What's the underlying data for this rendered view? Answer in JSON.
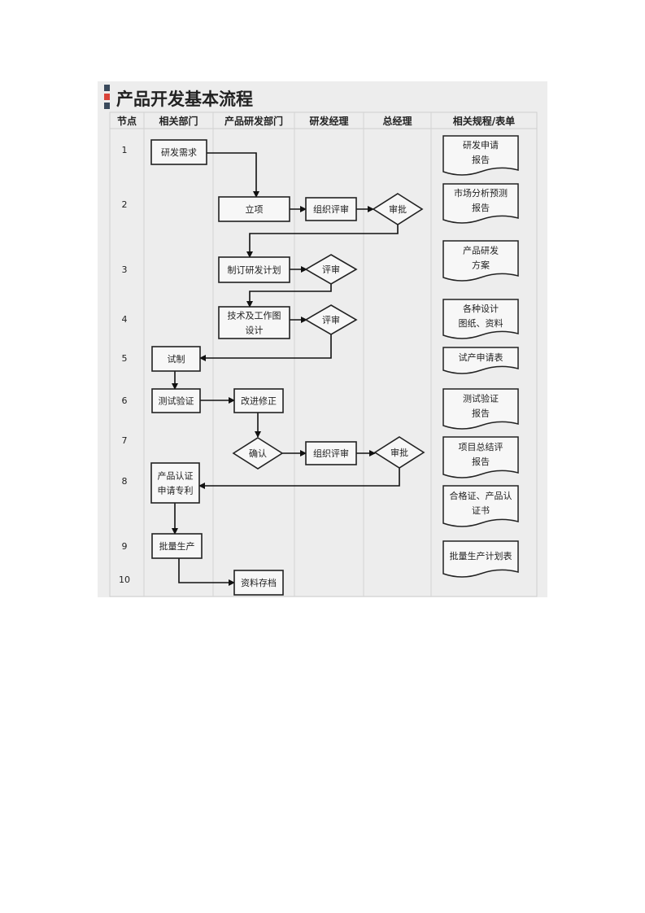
{
  "title": "产品开发基本流程",
  "title_bar_colors": [
    "#3a4a5c",
    "#d9443a",
    "#3a4a5c"
  ],
  "columns": [
    "节点",
    "相关部门",
    "产品研发部门",
    "研发经理",
    "总经理",
    "相关规程/表单"
  ],
  "nodes": [
    "1",
    "2",
    "3",
    "4",
    "5",
    "6",
    "7",
    "8",
    "9",
    "10"
  ],
  "steps": {
    "rd_demand": [
      "研发需求"
    ],
    "project_setup": [
      "立项"
    ],
    "org_review_1": [
      "组织评审"
    ],
    "approve_1": [
      "审批"
    ],
    "make_plan": [
      "制订研发计划"
    ],
    "review_1": [
      "评审"
    ],
    "tech_design": [
      "技术及工作图",
      "设计"
    ],
    "review_2": [
      "评审"
    ],
    "trial": [
      "试制"
    ],
    "test_verify": [
      "测试验证"
    ],
    "improve": [
      "改进修正"
    ],
    "confirm": [
      "确认"
    ],
    "org_review_2": [
      "组织评审"
    ],
    "approve_2": [
      "审批"
    ],
    "certify_patent": [
      "产品认证",
      "申请专利"
    ],
    "mass_production": [
      "批量生产"
    ],
    "archive": [
      "资料存档"
    ]
  },
  "documents": [
    [
      "研发申请",
      "报告"
    ],
    [
      "市场分析预测",
      "报告"
    ],
    [
      "产品研发",
      "方案"
    ],
    [
      "各种设计",
      "图纸、资料"
    ],
    [
      "试产申请表"
    ],
    [
      "测试验证",
      "报告"
    ],
    [
      "项目总结评",
      "报告"
    ],
    [
      "合格证、产品认",
      "证书"
    ],
    [
      "批量生产计划表"
    ]
  ]
}
